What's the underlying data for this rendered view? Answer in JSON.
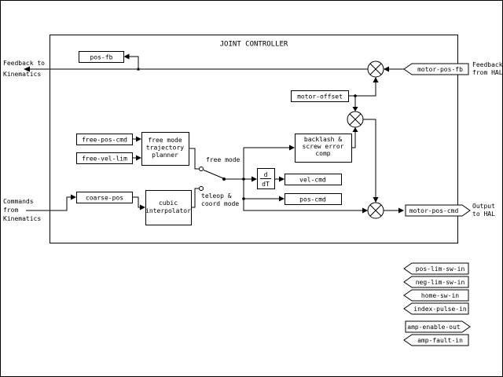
{
  "title": "JOINT CONTROLLER",
  "colors": {
    "diagram_line": "#000000",
    "background": "#ffffff"
  },
  "external_labels": {
    "feedback_to_kinematics": {
      "line1": "Feedback to",
      "line2": "Kinematics"
    },
    "commands_from_kinematics": {
      "line1": "Commands",
      "line2": "from",
      "line3": "Kinematics"
    },
    "feedback_from_hal": {
      "line1": "Feedback",
      "line2": "from HAL"
    },
    "output_to_hal": {
      "line1": "Output",
      "line2": "to HAL"
    }
  },
  "blocks": {
    "pos_fb": "pos-fb",
    "motor_offset": "motor-offset",
    "free_pos_cmd": "free-pos-cmd",
    "free_vel_lim": "free-vel-lim",
    "trajectory_planner": {
      "line1": "free mode",
      "line2": "trajectory",
      "line3": "planner"
    },
    "coarse_pos": "coarse-pos",
    "cubic_interpolator": {
      "line1": "cubic",
      "line2": "interpolator"
    },
    "backlash_comp": {
      "line1": "backlash &",
      "line2": "screw error",
      "line3": "comp"
    },
    "derivative": {
      "numerator": "d",
      "denominator": "dT"
    },
    "vel_cmd": "vel-cmd",
    "pos_cmd": "pos-cmd"
  },
  "switch": {
    "free_mode_label": "free mode",
    "teleop_label": {
      "line1": "teleop &",
      "line2": "coord mode"
    }
  },
  "hal_pins": {
    "motor_pos_fb": "motor-pos-fb",
    "motor_pos_cmd": "motor-pos-cmd",
    "pos_lim_sw_in": "pos-lim-sw-in",
    "neg_lim_sw_in": "neg-lim-sw-in",
    "home_sw_in": "home-sw-in",
    "index_pulse_in": "index-pulse-in",
    "amp_enable_out": "amp-enable-out",
    "amp_fault_in": "amp-fault-in"
  }
}
